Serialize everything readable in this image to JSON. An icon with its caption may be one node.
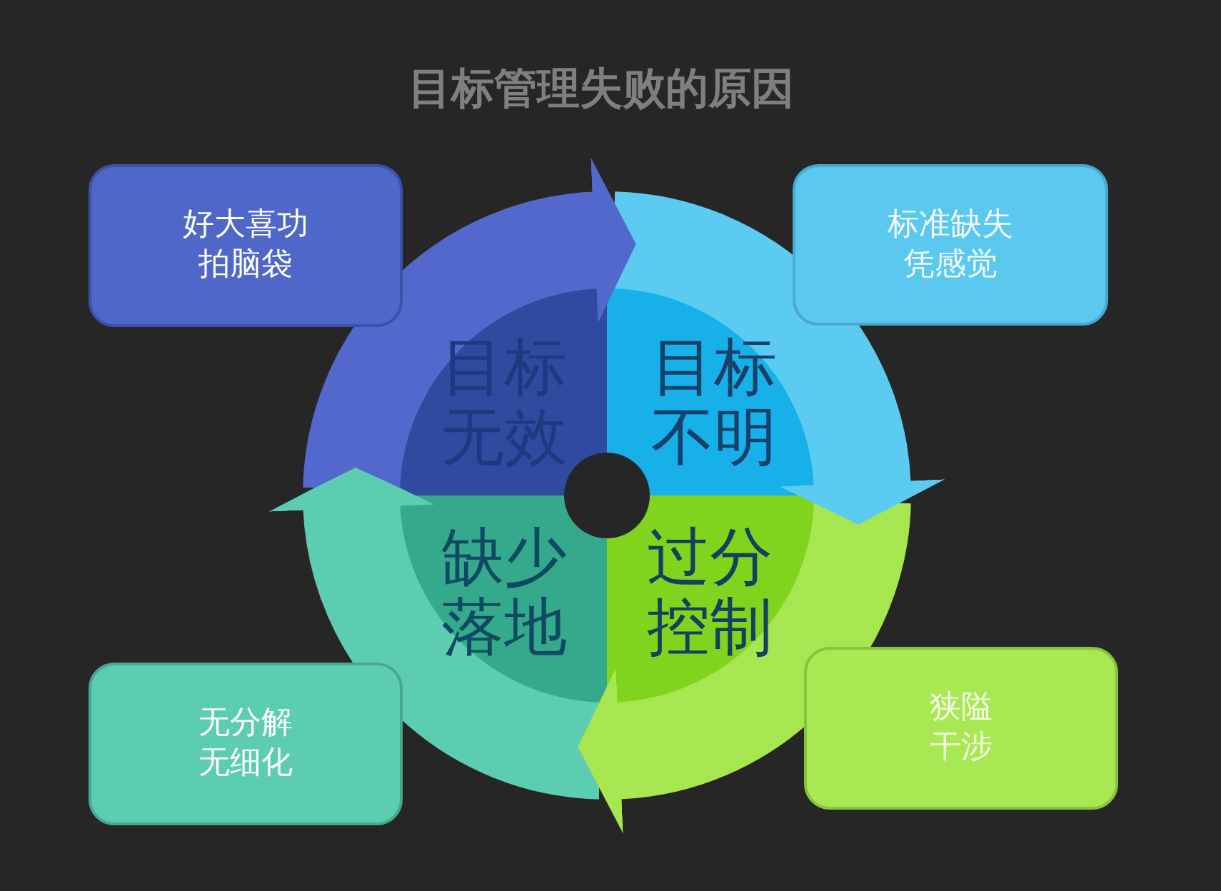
{
  "diagram": {
    "title": "目标管理失败的原因",
    "nodes": [
      {
        "text": [
          "好大喜功",
          "拍脑袋"
        ]
      },
      {
        "text": [
          "标准缺失",
          "凭感觉"
        ]
      },
      {
        "text": [
          "目标无效"
        ]
      },
      {
        "text": [
          "目标不明"
        ]
      },
      {
        "text": [
          "缺少落地"
        ]
      },
      {
        "text": [
          "过分控制"
        ]
      },
      {
        "text": [
          "无分解",
          "无细化"
        ]
      },
      {
        "text": [
          "狭隘",
          "干涉"
        ]
      }
    ]
  }
}
